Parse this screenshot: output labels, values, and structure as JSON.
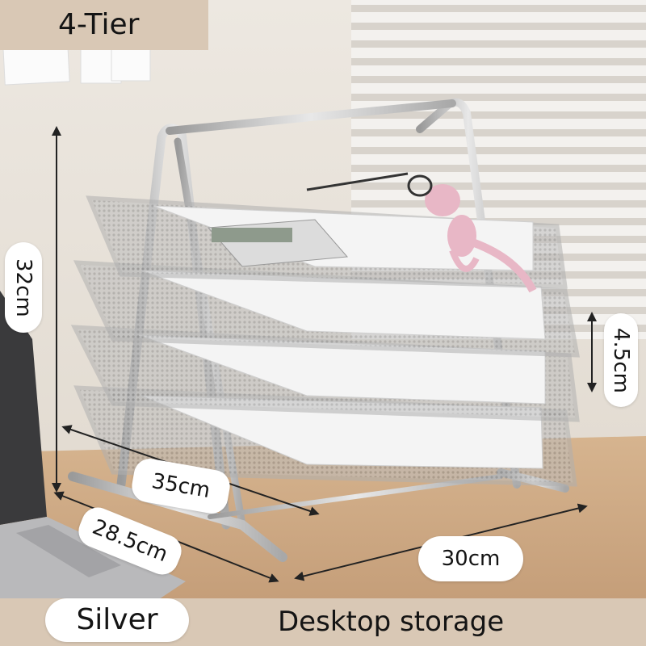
{
  "badge": {
    "tier": "4-Tier"
  },
  "dimensions": {
    "height": "32cm",
    "gap": "4.5cm",
    "depth_top": "35cm",
    "width_side": "28.5cm",
    "depth_front": "30cm"
  },
  "footer": {
    "color": "Silver",
    "description": "Desktop storage"
  },
  "colors": {
    "badge_bg": "#d9c8b5",
    "frame_silver": "#c9c9c9",
    "desk": "#caa57f",
    "wall": "#e9e3da"
  }
}
